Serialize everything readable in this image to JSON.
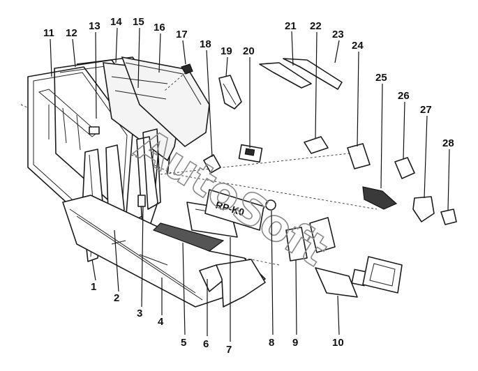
{
  "watermark": "AutoSoft",
  "plate_text": "RP-K0",
  "callouts": [
    "1",
    "2",
    "3",
    "4",
    "5",
    "6",
    "7",
    "8",
    "9",
    "10",
    "11",
    "12",
    "13",
    "14",
    "15",
    "16",
    "17",
    "18",
    "19",
    "20",
    "21",
    "22",
    "23",
    "24",
    "25",
    "26",
    "27",
    "28"
  ]
}
